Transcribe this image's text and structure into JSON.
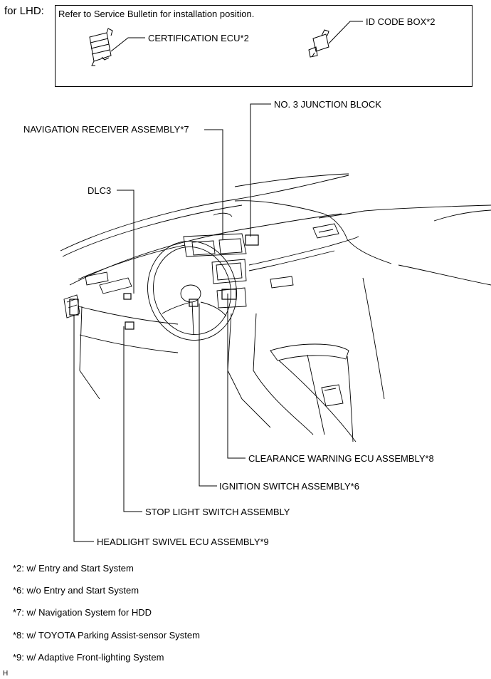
{
  "header": {
    "for_lhd": "for LHD:"
  },
  "inset": {
    "note": "Refer to Service Bulletin for installation position.",
    "certification_ecu": "CERTIFICATION ECU*2",
    "id_code_box": "ID CODE BOX*2"
  },
  "callouts": {
    "junction_block": "NO. 3 JUNCTION BLOCK",
    "navigation_receiver": "NAVIGATION RECEIVER ASSEMBLY*7",
    "dlc3": "DLC3",
    "clearance_warning_ecu": "CLEARANCE WARNING ECU ASSEMBLY*8",
    "ignition_switch": "IGNITION SWITCH ASSEMBLY*6",
    "stop_light_switch": "STOP LIGHT SWITCH ASSEMBLY",
    "headlight_swivel_ecu": "HEADLIGHT SWIVEL ECU ASSEMBLY*9"
  },
  "footnotes": [
    "*2: w/ Entry and Start System",
    "*6: w/o Entry and Start System",
    "*7: w/ Navigation System for HDD",
    "*8: w/ TOYOTA Parking Assist-sensor System",
    "*9: w/ Adaptive Front-lighting System"
  ],
  "corner_mark": "H"
}
